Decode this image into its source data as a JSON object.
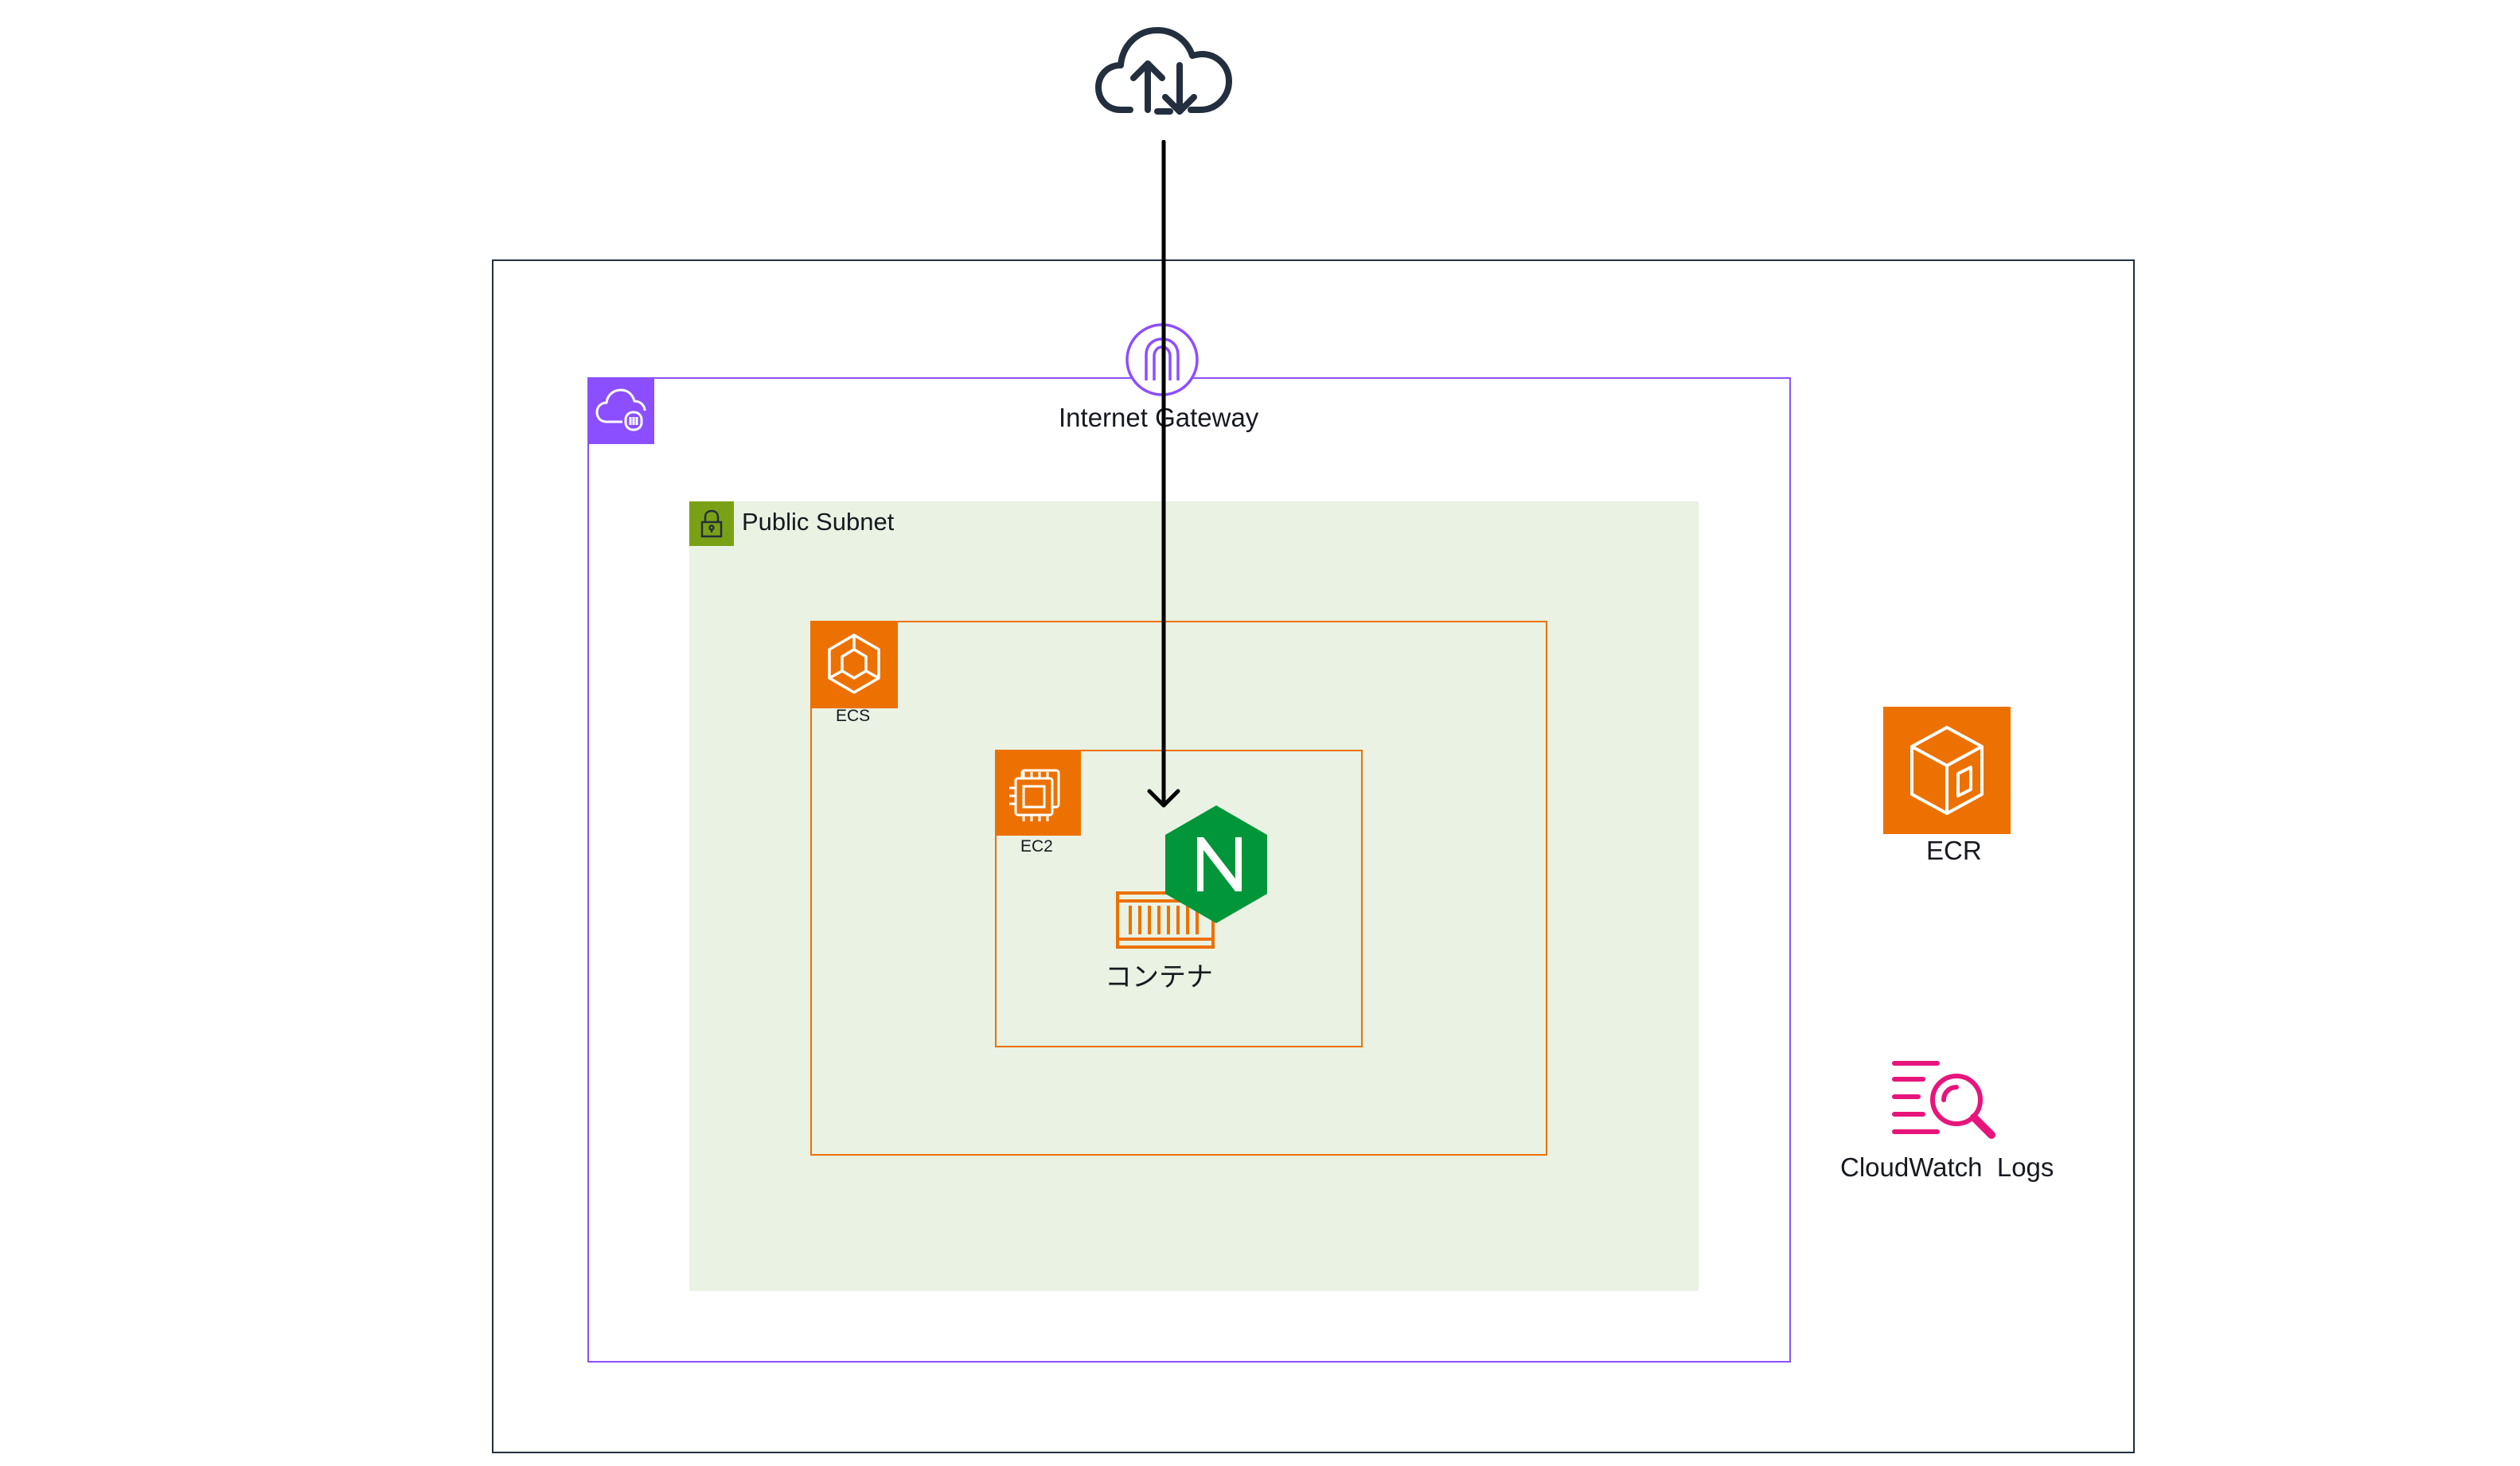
{
  "diagram": {
    "internet_gateway": {
      "label": "Internet Gateway"
    },
    "public_subnet": {
      "label": "Public Subnet"
    },
    "ecs": {
      "label": "ECS"
    },
    "ec2": {
      "label": "EC2"
    },
    "container": {
      "label": "コンテナ"
    },
    "ecr": {
      "label": "ECR"
    },
    "cloudwatch_logs": {
      "label": "CloudWatch  Logs"
    }
  },
  "colors": {
    "aws_cloud_border": "#232f3e",
    "vpc_purple": "#8c4fff",
    "subnet_green": "#7aa116",
    "subnet_fill": "#e9f2e3",
    "compute_orange": "#ed7100",
    "nginx_green": "#009639",
    "cloudwatch_pink": "#e7157b"
  }
}
